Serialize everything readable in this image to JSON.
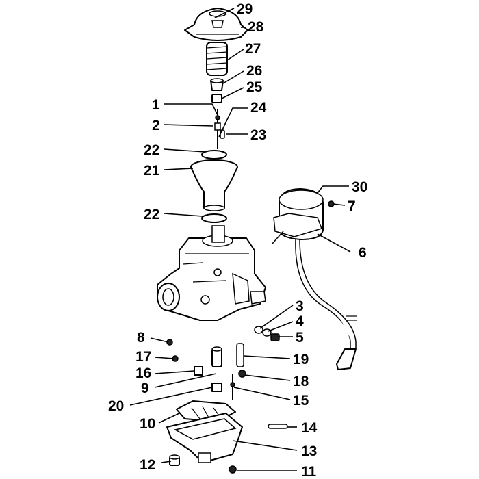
{
  "callouts": {
    "c1": "1",
    "c2": "2",
    "c3": "3",
    "c4": "4",
    "c5": "5",
    "c6": "6",
    "c7": "7",
    "c8": "8",
    "c9": "9",
    "c10": "10",
    "c11": "11",
    "c12": "12",
    "c13": "13",
    "c14": "14",
    "c15": "15",
    "c16": "16",
    "c17": "17",
    "c18": "18",
    "c19": "19",
    "c20": "20",
    "c21": "21",
    "c22a": "22",
    "c22b": "22",
    "c23": "23",
    "c24": "24",
    "c25": "25",
    "c26": "26",
    "c27": "27",
    "c28": "28",
    "c29": "29",
    "c30": "30"
  }
}
